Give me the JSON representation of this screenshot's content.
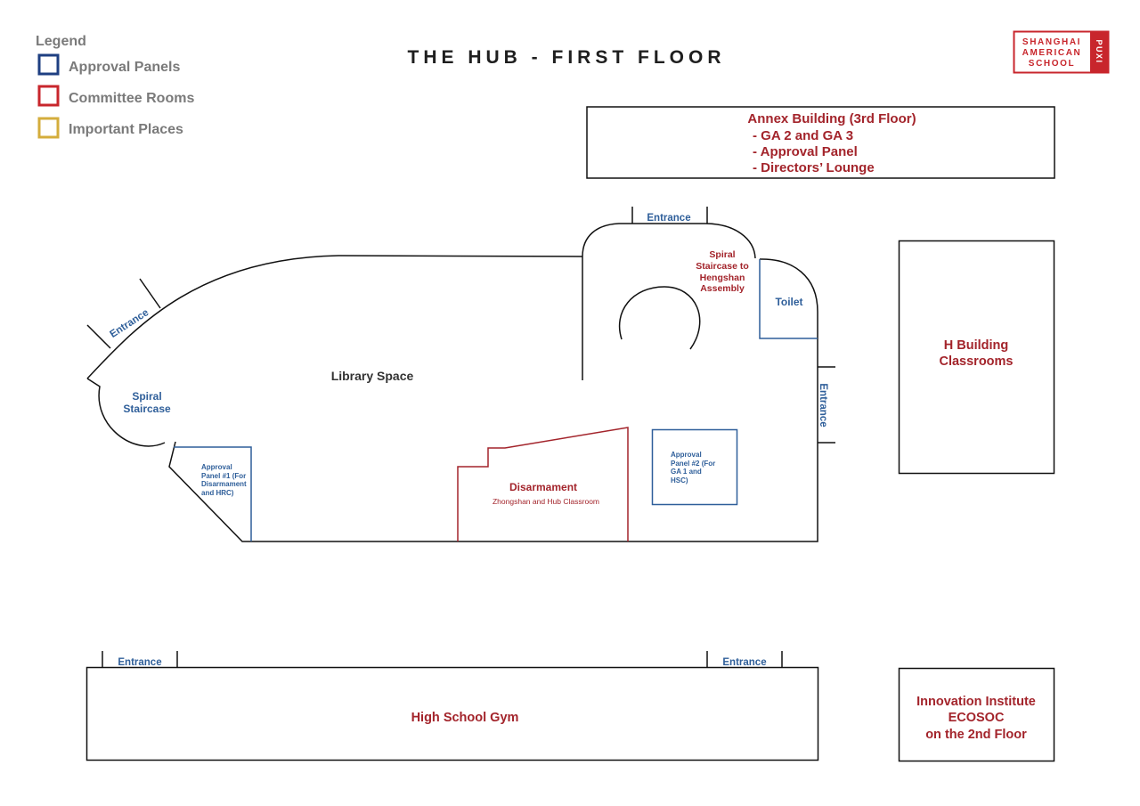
{
  "title": "THE HUB - FIRST FLOOR",
  "logo": {
    "lines": [
      "SHANGHAI",
      "AMERICAN",
      "SCHOOL"
    ],
    "side": "PUXI",
    "color": "#c8262c"
  },
  "legend": {
    "title": "Legend",
    "items": [
      {
        "label": "Approval Panels",
        "color": "#1e3f82"
      },
      {
        "label": "Committee Rooms",
        "color": "#c8262c"
      },
      {
        "label": "Important Places",
        "color": "#d4ad3c"
      }
    ]
  },
  "annex": {
    "title": "Annex Building (3rd Floor)",
    "lines": [
      "- GA 2 and GA 3",
      "- Approval Panel",
      "- Directors’ Lounge"
    ]
  },
  "entrances": [
    "Entrance",
    "Entrance",
    "Entrance",
    "Entrance",
    "Entrance"
  ],
  "spiral_staircase_hengshan": [
    "Spiral",
    "Staircase to",
    "Hengshan",
    "Assembly"
  ],
  "toilet": "Toilet",
  "library_space": "Library Space",
  "spiral_staircase": [
    "Spiral",
    "Staircase"
  ],
  "approval_panel_1": [
    "Approval",
    "Panel #1 (For",
    "Disarmament",
    "and HRC)"
  ],
  "approval_panel_2": [
    "Approval",
    "Panel #2 (For",
    "GA 1 and",
    "HSC)"
  ],
  "disarmament": {
    "title": "Disarmament",
    "subtitle": "Zhongshan and Hub Classroom"
  },
  "h_building": [
    "H Building",
    "Classrooms"
  ],
  "gym": "High School Gym",
  "innovation": [
    "Innovation Institute",
    "ECOSOC",
    "on the 2nd Floor"
  ],
  "colors": {
    "approval_blue": "#2f5f9a",
    "committee_red": "#a3242b",
    "wall": "#111111"
  }
}
